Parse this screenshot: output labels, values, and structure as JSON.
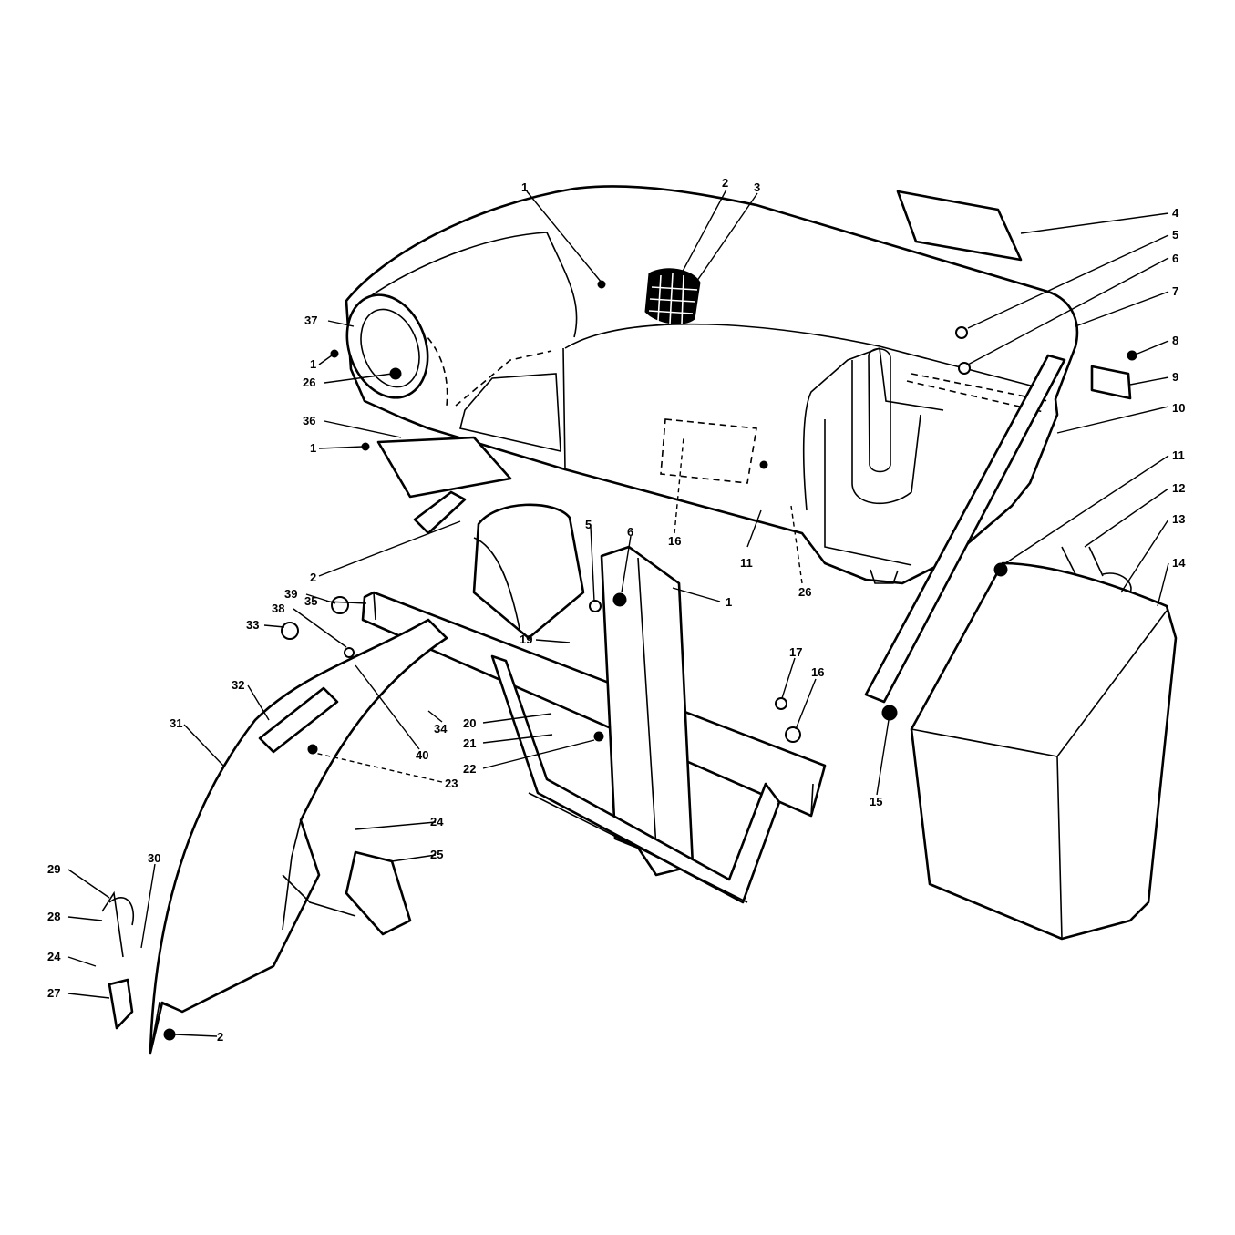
{
  "diagram": {
    "colors": {
      "line": "#000000",
      "background": "#ffffff"
    },
    "callouts": [
      {
        "id": "c1a",
        "text": "1"
      },
      {
        "id": "c2a",
        "text": "2"
      },
      {
        "id": "c3",
        "text": "3"
      },
      {
        "id": "c4",
        "text": "4"
      },
      {
        "id": "c5a",
        "text": "5"
      },
      {
        "id": "c6a",
        "text": "6"
      },
      {
        "id": "c7",
        "text": "7"
      },
      {
        "id": "c8",
        "text": "8"
      },
      {
        "id": "c9",
        "text": "9"
      },
      {
        "id": "c10",
        "text": "10"
      },
      {
        "id": "c11a",
        "text": "11"
      },
      {
        "id": "c12",
        "text": "12"
      },
      {
        "id": "c13",
        "text": "13"
      },
      {
        "id": "c14",
        "text": "14"
      },
      {
        "id": "c37",
        "text": "37"
      },
      {
        "id": "c1b",
        "text": "1"
      },
      {
        "id": "c26a",
        "text": "26"
      },
      {
        "id": "c36",
        "text": "36"
      },
      {
        "id": "c1c",
        "text": "1"
      },
      {
        "id": "c16a",
        "text": "16"
      },
      {
        "id": "c11b",
        "text": "11"
      },
      {
        "id": "c26b",
        "text": "26"
      },
      {
        "id": "c2b",
        "text": "2"
      },
      {
        "id": "c5b",
        "text": "5"
      },
      {
        "id": "c6b",
        "text": "6"
      },
      {
        "id": "c1d",
        "text": "1"
      },
      {
        "id": "c35",
        "text": "35"
      },
      {
        "id": "c39",
        "text": "39"
      },
      {
        "id": "c38",
        "text": "38"
      },
      {
        "id": "c33",
        "text": "33"
      },
      {
        "id": "c32",
        "text": "32"
      },
      {
        "id": "c31",
        "text": "31"
      },
      {
        "id": "c34",
        "text": "34"
      },
      {
        "id": "c40",
        "text": "40"
      },
      {
        "id": "c19",
        "text": "19"
      },
      {
        "id": "c20",
        "text": "20"
      },
      {
        "id": "c21",
        "text": "21"
      },
      {
        "id": "c22",
        "text": "22"
      },
      {
        "id": "c23",
        "text": "23"
      },
      {
        "id": "c17",
        "text": "17"
      },
      {
        "id": "c16b",
        "text": "16"
      },
      {
        "id": "c15",
        "text": "15"
      },
      {
        "id": "c24a",
        "text": "24"
      },
      {
        "id": "c25",
        "text": "25"
      },
      {
        "id": "c30",
        "text": "30"
      },
      {
        "id": "c29",
        "text": "29"
      },
      {
        "id": "c28",
        "text": "28"
      },
      {
        "id": "c24b",
        "text": "24"
      },
      {
        "id": "c27",
        "text": "27"
      },
      {
        "id": "c2c",
        "text": "2"
      }
    ]
  }
}
